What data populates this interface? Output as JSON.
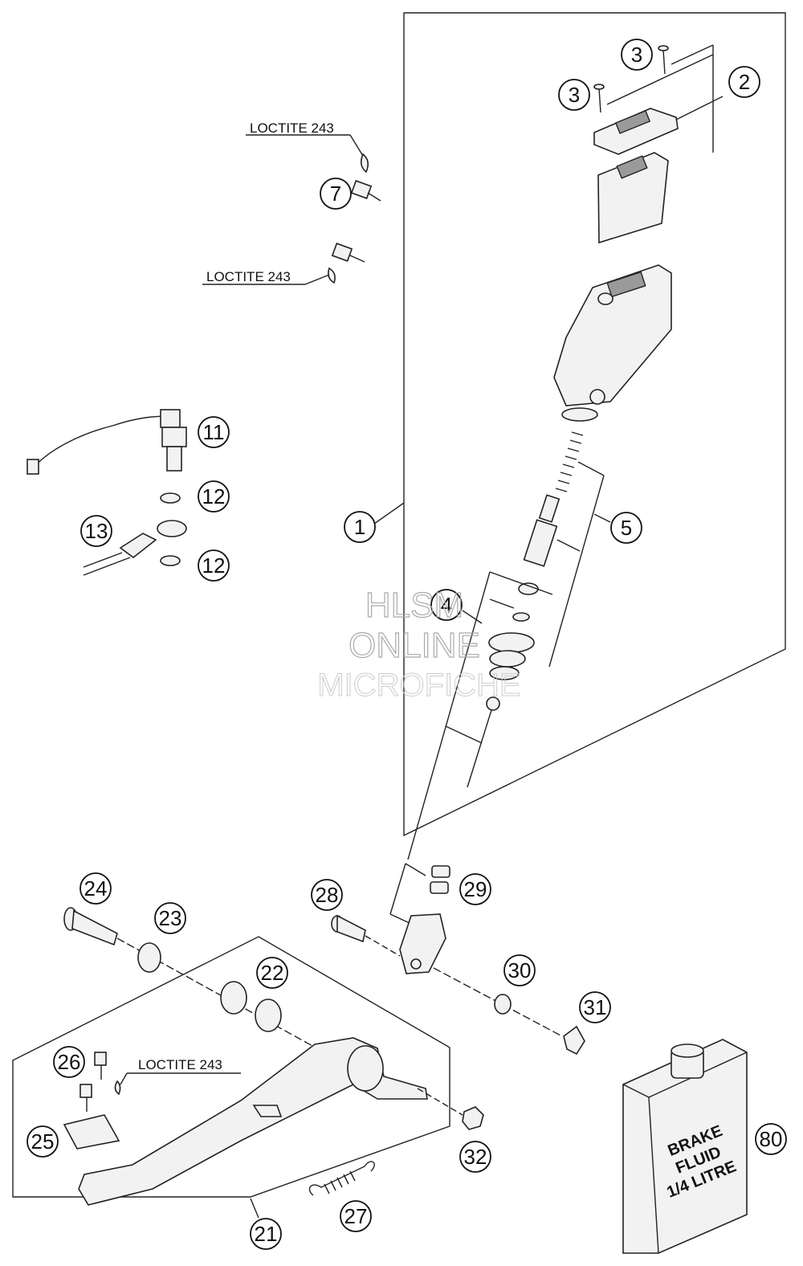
{
  "callouts": [
    "1",
    "2",
    "3",
    "3",
    "4",
    "5",
    "7",
    "11",
    "12",
    "12",
    "13",
    "21",
    "22",
    "23",
    "24",
    "25",
    "26",
    "27",
    "28",
    "29",
    "30",
    "31",
    "32",
    "80"
  ],
  "notes": [
    "LOCTITE 243",
    "LOCTITE 243",
    "LOCTITE 243"
  ],
  "watermark": {
    "line1": "HLSM",
    "line2": "ONLINE",
    "line3": "MICROFICHE"
  },
  "can_label": {
    "line1": "BRAKE",
    "line2": "FLUID",
    "line3": "1/4 LITRE"
  }
}
